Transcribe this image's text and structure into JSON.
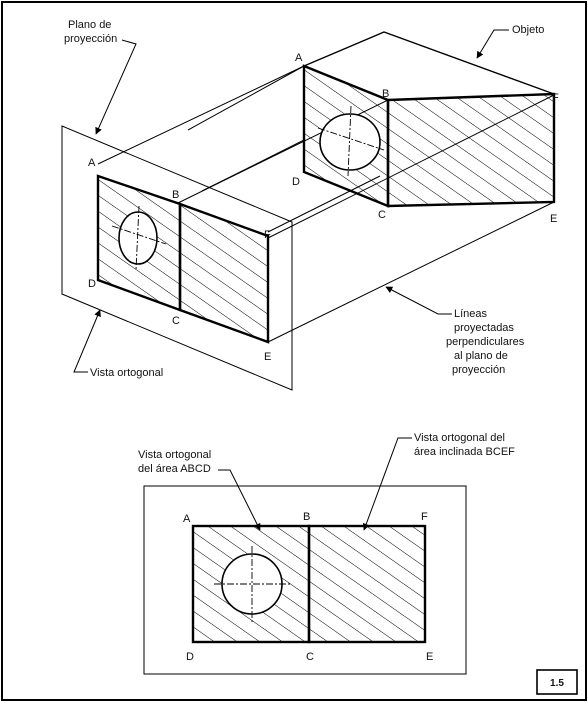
{
  "labels": {
    "plano_proyeccion": [
      "Plano de",
      "proyección"
    ],
    "objeto": "Objeto",
    "vista_ortogonal": "Vista ortogonal",
    "lineas_proyectadas": [
      "Líneas",
      "proyectadas",
      "perpendiculares",
      "al plano de",
      "proyección"
    ],
    "vista_abcd": [
      "Vista ortogonal",
      "del área ABCD"
    ],
    "vista_bcef": [
      "Vista ortogonal del",
      "área inclinada BCEF"
    ]
  },
  "points": {
    "a": "A",
    "b": "B",
    "c": "C",
    "d": "D",
    "e": "E",
    "f": "F"
  },
  "figure_number": "1.5"
}
